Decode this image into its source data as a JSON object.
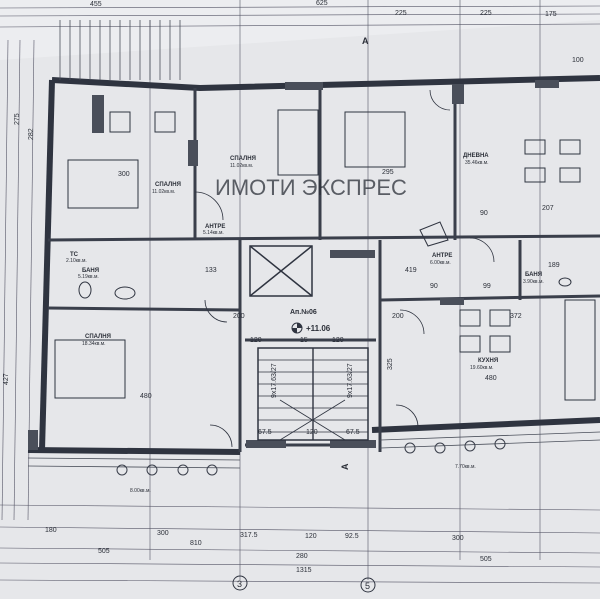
{
  "plan": {
    "apartment_label": "Ап.№06",
    "elevation": "+11.06",
    "watermark": "ИМОТИ ЭКСПРЕС",
    "rooms": {
      "bedroom_top": {
        "name": "СПАЛНЯ",
        "area": "11.02кв.м."
      },
      "bedroom_main": {
        "name": "СПАЛНЯ",
        "area": "18.34кв.м."
      },
      "living": {
        "name": "ДНЕВНА",
        "area": "35.46кв.м."
      },
      "kitchen": {
        "name": "КУХНЯ",
        "area": "19.60кв.м."
      },
      "bath_left": {
        "name": "БАНЯ",
        "area": "5.19кв.м."
      },
      "wc": {
        "name": "ТС",
        "area": "2.10кв.м."
      },
      "entry": {
        "name": "АНТРЕ",
        "area": "6.00кв.м."
      },
      "entry_left": {
        "name": "АНТРЕ",
        "area": "5.14кв.м."
      },
      "bath_right": {
        "name": "БАНЯ",
        "area": "3.90кв.м."
      },
      "terrace_left": {
        "name": "",
        "area": "8.00кв.м."
      },
      "terrace_right": {
        "name": "",
        "area": "7.70кв.м."
      }
    },
    "top_dims": [
      "455",
      "625",
      "225",
      "225",
      "175",
      "100"
    ],
    "bottom_dims_row1": [
      "180",
      "300",
      "317.5",
      "120",
      "92.5",
      "300"
    ],
    "bottom_dims_row2": [
      "505",
      "810",
      "280",
      "505"
    ],
    "overall_width": "1315",
    "axis_marks": [
      "3",
      "5"
    ],
    "section_marks": [
      "A",
      "A"
    ],
    "interior_dims": {
      "d1": "300",
      "d2": "133",
      "d3": "480",
      "d4": "295",
      "d5": "90",
      "d6": "207",
      "d7": "419",
      "d8": "90",
      "d9": "99",
      "d10": "189",
      "d11": "372",
      "d12": "480",
      "d13": "120",
      "d14": "15",
      "d15": "120",
      "d16": "67.5",
      "d17": "120",
      "d18": "67.5",
      "d19": "200",
      "d20": "200",
      "d21": "325",
      "d22": "427",
      "d23": "275",
      "d24": "282"
    },
    "stair_labels": [
      "9x17.63/27",
      "9x17.63/27"
    ]
  }
}
